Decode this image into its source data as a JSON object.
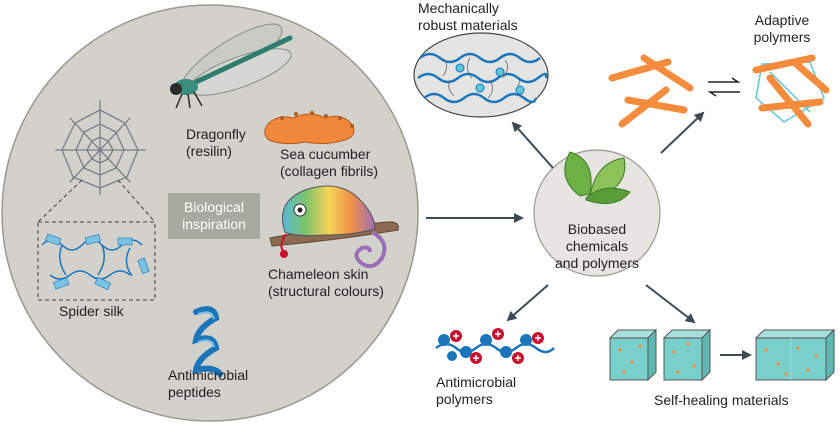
{
  "inspiration_circle": {
    "title_line1": "Biological",
    "title_line2": "inspiration",
    "dragonfly": {
      "line1": "Dragonfly",
      "line2": "(resilin)"
    },
    "sea_cucumber": {
      "line1": "Sea cucumber",
      "line2": "(collagen fibrils)"
    },
    "chameleon": {
      "line1": "Chameleon skin",
      "line2": "(structural colours)"
    },
    "spider_silk": "Spider silk",
    "antimicrobial_peptides": {
      "line1": "Antimicrobial",
      "line2": "peptides"
    }
  },
  "center": {
    "line1": "Biobased",
    "line2": "chemicals",
    "line3": "and polymers"
  },
  "outputs": {
    "mechanically_robust": {
      "line1": "Mechanically",
      "line2": "robust materials"
    },
    "adaptive": {
      "line1": "Adaptive",
      "line2": "polymers"
    },
    "antimicrobial_polymers": {
      "line1": "Antimicrobial",
      "line2": "polymers"
    },
    "self_healing": "Self-healing materials"
  },
  "colors": {
    "big_circle": "#d2d1cc",
    "center_circle": "#e6e5e1",
    "polymer_blue": "#1a75bb",
    "cyan": "#5fc6d8",
    "orange": "#f58b3c",
    "teal_cube": "#79cfc9",
    "plus_red": "#c8102e",
    "leaf_green": "#6db044",
    "arrow": "#3f4a55"
  }
}
